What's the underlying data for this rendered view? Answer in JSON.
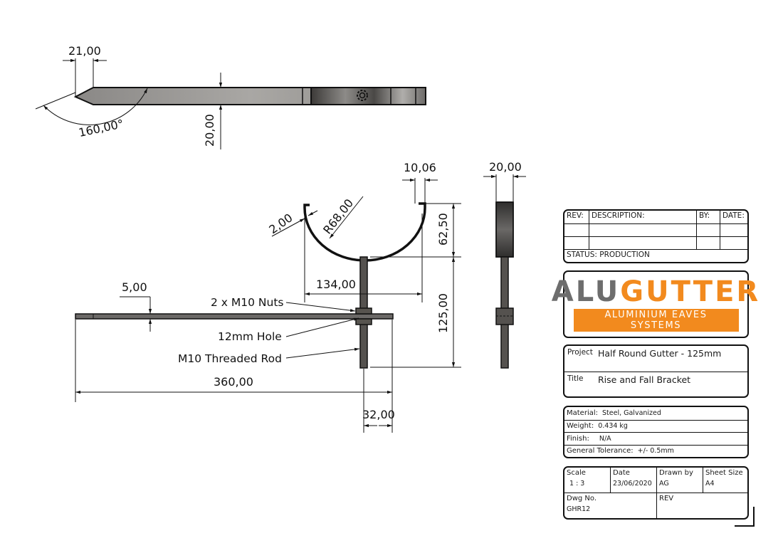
{
  "drawing": {
    "top_view": {
      "dim_tip_length": "21,00",
      "dim_angle": "160,00°",
      "dim_thickness": "20,00"
    },
    "front_view": {
      "dim_lip": "10,06",
      "dim_radius": "R68,00",
      "dim_wall": "2,00",
      "dim_gutter_height": "62,50",
      "dim_gutter_width": "134,00",
      "dim_rod_height": "125,00",
      "dim_bar_thickness": "5,00",
      "dim_total_length": "360,00",
      "dim_end_offset": "32,00",
      "callouts": {
        "nuts": "2 x M10 Nuts",
        "hole": "12mm Hole",
        "rod": "M10 Threaded Rod"
      }
    },
    "side_view": {
      "dim_width": "20,00"
    }
  },
  "title_block": {
    "revision_table": {
      "headers": [
        "REV:",
        "DESCRIPTION:",
        "BY:",
        "DATE:"
      ],
      "rows": [
        [
          "",
          "",
          "",
          ""
        ],
        [
          "",
          "",
          "",
          ""
        ]
      ],
      "status": "STATUS: PRODUCTION"
    },
    "logo": {
      "alu": "ALU",
      "gutter": "GUTTER",
      "tagline": "ALUMINIUM EAVES SYSTEMS",
      "colors": {
        "grey": "#6d6d6d",
        "orange": "#f28a1e"
      }
    },
    "project": {
      "label": "Project",
      "value": "Half Round Gutter - 125mm"
    },
    "title": {
      "label": "Title",
      "value": "Rise and Fall Bracket"
    },
    "properties": [
      {
        "label": "Material:",
        "value": "Steel, Galvanized"
      },
      {
        "label": "Weight:",
        "value": "0.434 kg"
      },
      {
        "label": "Finish:",
        "value": "N/A"
      },
      {
        "label": "General Tolerance:",
        "value": "+/- 0.5mm"
      }
    ],
    "info": {
      "scale": {
        "label": "Scale",
        "value": "1 : 3"
      },
      "date": {
        "label": "Date",
        "value": "23/06/2020"
      },
      "drawn_by": {
        "label": "Drawn by",
        "value": "AG"
      },
      "sheet_size": {
        "label": "Sheet Size",
        "value": "A4"
      },
      "dwg_no": {
        "label": "Dwg No.",
        "value": "GHR12"
      },
      "rev": {
        "label": "REV",
        "value": ""
      }
    }
  }
}
